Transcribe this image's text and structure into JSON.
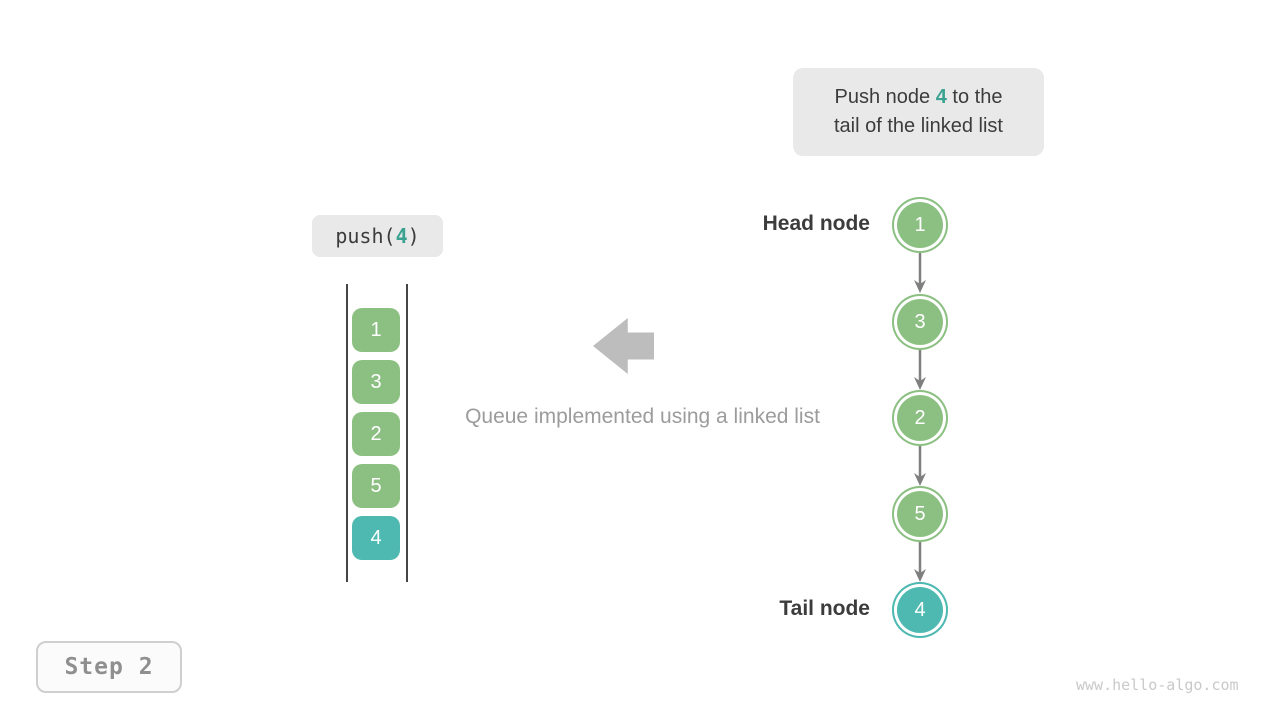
{
  "colors": {
    "green": "#8CC083",
    "teal": "#4DB9B0",
    "teal-text": "#3BA291",
    "dark-text": "#3C3C3C",
    "gray-text": "#9C9C9C",
    "arrow-gray": "#BDBDBD",
    "node-arrow": "#7F7F7F",
    "box-bg": "#E9E9E9",
    "stack-line": "#454545",
    "step-text": "#8F8F8F",
    "step-border": "#CFCFCF",
    "watermark": "#C9C9C9"
  },
  "annotation": {
    "line1_pre": "Push node ",
    "value": "4",
    "line1_post": " to the",
    "line2": "tail of the linked list"
  },
  "operation": {
    "pre": "push(",
    "value": "4",
    "post": ")"
  },
  "stack": {
    "cells": [
      {
        "label": "1",
        "highlight": false
      },
      {
        "label": "3",
        "highlight": false
      },
      {
        "label": "2",
        "highlight": false
      },
      {
        "label": "5",
        "highlight": false
      },
      {
        "label": "4",
        "highlight": true
      }
    ]
  },
  "caption": "Queue implemented using a linked list",
  "list": {
    "head_label": "Head node",
    "tail_label": "Tail node",
    "nodes": [
      {
        "value": "1",
        "highlight": false
      },
      {
        "value": "3",
        "highlight": false
      },
      {
        "value": "2",
        "highlight": false
      },
      {
        "value": "5",
        "highlight": false
      },
      {
        "value": "4",
        "highlight": true
      }
    ]
  },
  "step": {
    "label": "Step 2"
  },
  "watermark": "www.hello-algo.com"
}
